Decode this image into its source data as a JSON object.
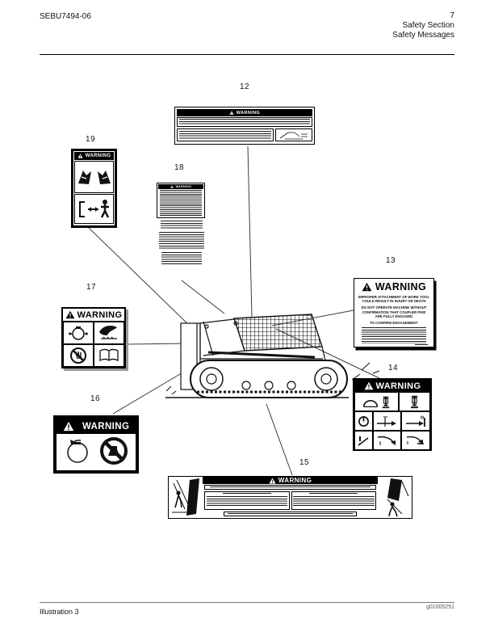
{
  "header": {
    "doc_number": "SEBU7494-06",
    "page_number": "7",
    "section": "Safety Section",
    "subsection": "Safety Messages"
  },
  "footer": {
    "caption": "Illustration 3",
    "graphic_id": "g01005251"
  },
  "figure": {
    "warning_header": "WARNING",
    "callouts": {
      "n12": "12",
      "n13": "13",
      "n14": "14",
      "n15": "15",
      "n16": "16",
      "n17": "17",
      "n18": "18",
      "n19": "19"
    },
    "label13": {
      "l1": "IMPROPER ATTACHMENT OF WORK TOOL",
      "l2": "COULD RESULT IN INJURY OR DEATH",
      "l3": "DO NOT OPERATE MACHINE WITHOUT",
      "l4": "CONFIRMATION THAT COUPLER PINS",
      "l5": "ARE FULLY ENGAGED",
      "l6": "TO CONFIRM ENGAGEMENT:"
    },
    "colors": {
      "ink": "#111111",
      "paper": "#ffffff"
    }
  }
}
